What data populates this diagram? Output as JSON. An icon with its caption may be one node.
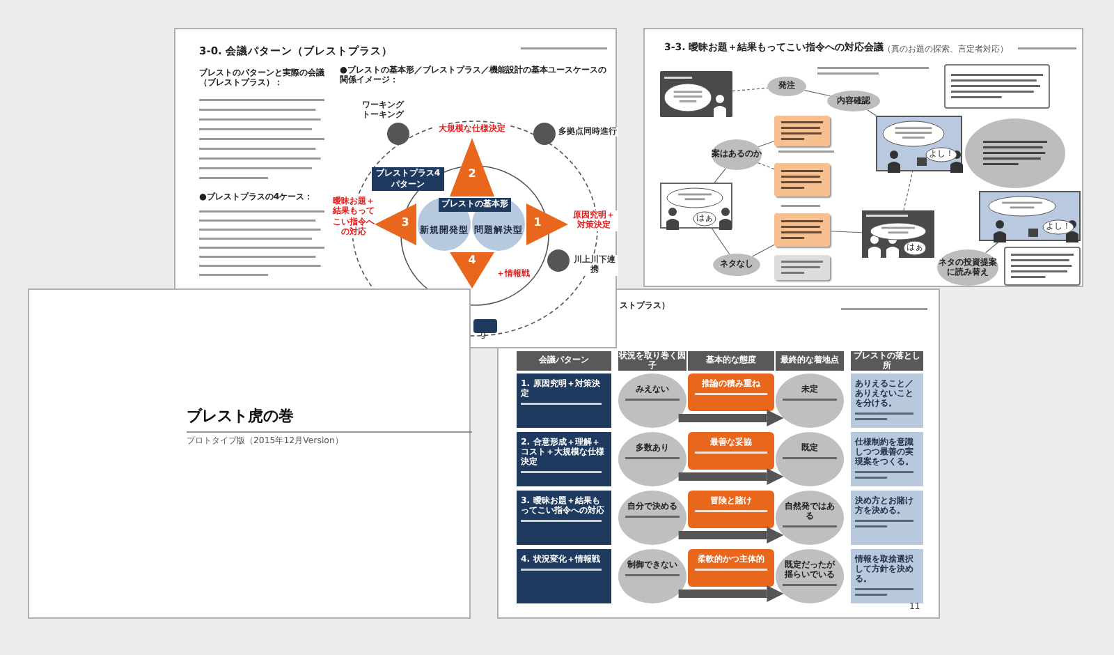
{
  "diagram": {
    "nodes": [
      {
        "text": [
          "3-0. 会議パターン（ブレストプラス）",
          "ブレストのパターンと実際の会議（ブレストプラス）：",
          "●ブレストプラスの4ケース：",
          "●ブレストの基本形／ブレストプラス／機能設計の基本ユースケースの関係イメージ：",
          "9"
        ]
      },
      {
        "text": [],
        "shape": "circle",
        "in": 0,
        "beside": [
          "ワーキングトーキング"
        ]
      },
      {
        "text": [],
        "shape": "circle",
        "in": 0,
        "beside": [
          "多拠点同時進行"
        ]
      },
      {
        "text": [],
        "shape": "circle",
        "in": 0,
        "beside": [
          "川上川下連携"
        ]
      },
      {
        "text": [
          "ブレストプラス4パターン"
        ],
        "in": 0
      },
      {
        "text": [
          "ブレストの基本形"
        ],
        "in": 0
      },
      {
        "text": [
          "新規開発型"
        ],
        "in": 0
      },
      {
        "text": [
          "問題解決型"
        ],
        "in": 0
      },
      {
        "text": [
          "1"
        ],
        "in": 0,
        "beside": [
          "原因究明＋対策決定"
        ]
      },
      {
        "text": [
          "2"
        ],
        "in": 0,
        "beside": [
          "大規模な仕様決定"
        ]
      },
      {
        "text": [
          "3"
        ],
        "in": 0,
        "beside": [
          "曖昧お題＋結果もってこい指令への対応"
        ]
      },
      {
        "text": [
          "4"
        ],
        "in": 0,
        "beside": [
          "＋情報戦"
        ]
      },
      {
        "text": [],
        "shape": "box",
        "in": 0
      },
      {
        "text": [
          "3-3. 曖昧お題＋結果もってこい指令への対応会議",
          "（真のお題の探索、言定者対応）"
        ]
      },
      {
        "text": [],
        "shape": "picture",
        "in": 13
      },
      {
        "text": [
          "発注"
        ],
        "in": 13
      },
      {
        "text": [
          "内容確認"
        ],
        "in": 13
      },
      {
        "text": [],
        "shape": "box",
        "in": 13
      },
      {
        "text": [
          "案はあるのか"
        ],
        "in": 13
      },
      {
        "text": [],
        "shape": "box",
        "in": 13
      },
      {
        "text": [],
        "shape": "box",
        "in": 13
      },
      {
        "text": [],
        "shape": "box",
        "in": 13
      },
      {
        "text": [
          "はぁ"
        ],
        "in": 13
      },
      {
        "text": [
          "ネタなし"
        ],
        "in": 13
      },
      {
        "text": [
          "よし！"
        ],
        "in": 13
      },
      {
        "text": [],
        "shape": "circle",
        "in": 13
      },
      {
        "text": [
          "はぁ"
        ],
        "in": 13
      },
      {
        "text": [
          "よし！"
        ],
        "in": 13
      },
      {
        "text": [],
        "shape": "box",
        "in": 13
      },
      {
        "text": [],
        "shape": "box",
        "in": 13
      },
      {
        "text": [
          "ネタの投資提案に読み替え"
        ],
        "in": 13
      },
      {
        "text": [
          "ブレスト虎の巻",
          "プロトタイプ版（2015年12月Version）"
        ]
      },
      {
        "text": [
          "ストプラス）",
          "11"
        ]
      },
      {
        "text": [
          "会議パターン"
        ],
        "in": 32
      },
      {
        "text": [
          "状況を取り巻く因子"
        ],
        "in": 32
      },
      {
        "text": [
          "基本的な態度"
        ],
        "in": 32
      },
      {
        "text": [
          "最終的な着地点"
        ],
        "in": 32
      },
      {
        "text": [
          "ブレストの落とし所"
        ],
        "in": 32
      },
      {
        "text": [
          "1. 原因究明＋対策決定"
        ],
        "in": 32
      },
      {
        "text": [
          "みえない"
        ],
        "in": 32
      },
      {
        "text": [
          "推論の積み重ね"
        ],
        "in": 32
      },
      {
        "text": [
          "未定"
        ],
        "in": 32
      },
      {
        "text": [
          "ありえること／ありえないことを分ける。"
        ],
        "in": 32
      },
      {
        "text": [
          "2. 合意形成＋理解＋コスト＋大規模な仕様決定"
        ],
        "in": 32
      },
      {
        "text": [
          "多数あり"
        ],
        "in": 32
      },
      {
        "text": [
          "最善な妥協"
        ],
        "in": 32
      },
      {
        "text": [
          "既定"
        ],
        "in": 32
      },
      {
        "text": [
          "仕様制約を意識しつつ最善の実現案をつくる。"
        ],
        "in": 32
      },
      {
        "text": [
          "3. 曖昧お題＋結果もってこい指令への対応"
        ],
        "in": 32
      },
      {
        "text": [
          "自分で決める"
        ],
        "in": 32
      },
      {
        "text": [
          "冒険と賭け"
        ],
        "in": 32
      },
      {
        "text": [
          "自然発ではある"
        ],
        "in": 32
      },
      {
        "text": [
          "決め方とお賭け方を決める。"
        ],
        "in": 32
      },
      {
        "text": [
          "4. 状況変化＋情報戦"
        ],
        "in": 32
      },
      {
        "text": [
          "制御できない"
        ],
        "in": 32
      },
      {
        "text": [
          "柔軟的かつ主体的"
        ],
        "in": 32
      },
      {
        "text": [
          "既定だったが揺らいでいる"
        ],
        "in": 32
      },
      {
        "text": [
          "情報を取捨選択して方針を決める。"
        ],
        "in": 32
      }
    ],
    "edges": [
      {
        "from": 14,
        "to": 15,
        "arrow": "none",
        "style": "dashed"
      },
      {
        "from": 15,
        "to": 16,
        "arrow": "none"
      },
      {
        "from": 16,
        "to": 24,
        "arrow": "none"
      },
      {
        "from": 18,
        "to": 17,
        "arrow": "none"
      },
      {
        "from": 18,
        "to": 19,
        "arrow": "none",
        "style": "dashed"
      },
      {
        "from": 22,
        "to": 18,
        "arrow": "none"
      },
      {
        "from": 22,
        "to": 23,
        "arrow": "none"
      },
      {
        "from": 23,
        "to": 20,
        "arrow": "none"
      },
      {
        "from": 20,
        "to": 26,
        "arrow": "none"
      },
      {
        "from": 26,
        "to": 24,
        "arrow": "none",
        "style": "dashed"
      },
      {
        "from": 30,
        "to": 27,
        "arrow": "none"
      },
      {
        "from": 39,
        "to": 41,
        "arrow": "to",
        "style": "thick"
      },
      {
        "from": 44,
        "to": 46,
        "arrow": "to",
        "style": "thick"
      },
      {
        "from": 49,
        "to": 51,
        "arrow": "to",
        "style": "thick"
      },
      {
        "from": 54,
        "to": 56,
        "arrow": "to",
        "style": "thick"
      }
    ]
  }
}
